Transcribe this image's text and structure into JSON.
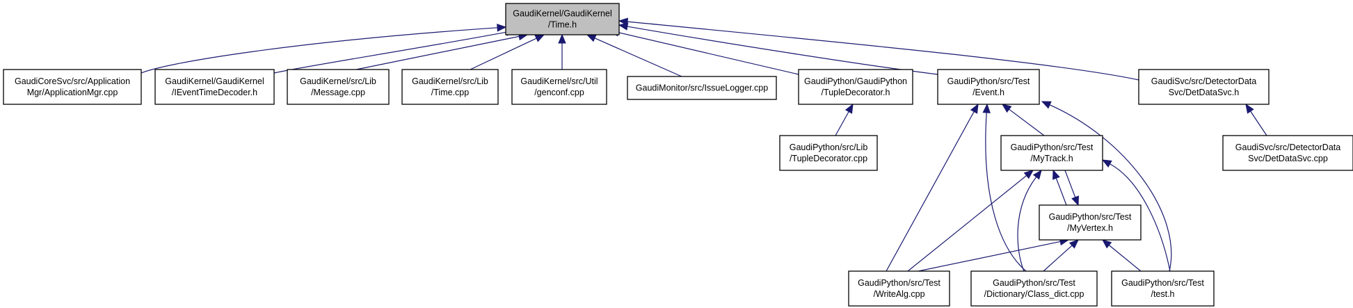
{
  "diagram": {
    "type": "include-dependency-graph",
    "edge_color": "#191970",
    "root_fill": "#bfbfbf",
    "nodes": [
      {
        "id": "root",
        "lines": [
          "GaudiKernel/GaudiKernel",
          "/Time.h"
        ],
        "root": true
      },
      {
        "id": "appmgr",
        "lines": [
          "GaudiCoreSvc/src/Application",
          "Mgr/ApplicationMgr.cpp"
        ]
      },
      {
        "id": "ievent",
        "lines": [
          "GaudiKernel/GaudiKernel",
          "/IEventTimeDecoder.h"
        ]
      },
      {
        "id": "message",
        "lines": [
          "GaudiKernel/src/Lib",
          "/Message.cpp"
        ]
      },
      {
        "id": "timecpp",
        "lines": [
          "GaudiKernel/src/Lib",
          "/Time.cpp"
        ]
      },
      {
        "id": "genconf",
        "lines": [
          "GaudiKernel/src/Util",
          "/genconf.cpp"
        ]
      },
      {
        "id": "issuelogger",
        "lines": [
          "GaudiMonitor/src/IssueLogger.cpp"
        ]
      },
      {
        "id": "tupledec",
        "lines": [
          "GaudiPython/GaudiPython",
          "/TupleDecorator.h"
        ]
      },
      {
        "id": "event",
        "lines": [
          "GaudiPython/src/Test",
          "/Event.h"
        ]
      },
      {
        "id": "detdatah",
        "lines": [
          "GaudiSvc/src/DetectorData",
          "Svc/DetDataSvc.h"
        ]
      },
      {
        "id": "tupledeccpp",
        "lines": [
          "GaudiPython/src/Lib",
          "/TupleDecorator.cpp"
        ]
      },
      {
        "id": "mytrack",
        "lines": [
          "GaudiPython/src/Test",
          "/MyTrack.h"
        ]
      },
      {
        "id": "detdatacpp",
        "lines": [
          "GaudiSvc/src/DetectorData",
          "Svc/DetDataSvc.cpp"
        ]
      },
      {
        "id": "myvertex",
        "lines": [
          "GaudiPython/src/Test",
          "/MyVertex.h"
        ]
      },
      {
        "id": "writealg",
        "lines": [
          "GaudiPython/src/Test",
          "/WriteAlg.cpp"
        ]
      },
      {
        "id": "classdict",
        "lines": [
          "GaudiPython/src/Test",
          "/Dictionary/Class_dict.cpp"
        ]
      },
      {
        "id": "testh",
        "lines": [
          "GaudiPython/src/Test",
          "/test.h"
        ]
      }
    ],
    "edges": [
      {
        "from": "appmgr",
        "to": "root"
      },
      {
        "from": "ievent",
        "to": "root"
      },
      {
        "from": "message",
        "to": "root"
      },
      {
        "from": "timecpp",
        "to": "root"
      },
      {
        "from": "genconf",
        "to": "root"
      },
      {
        "from": "issuelogger",
        "to": "root"
      },
      {
        "from": "tupledec",
        "to": "root"
      },
      {
        "from": "event",
        "to": "root"
      },
      {
        "from": "detdatah",
        "to": "root"
      },
      {
        "from": "tupledeccpp",
        "to": "tupledec"
      },
      {
        "from": "mytrack",
        "to": "event"
      },
      {
        "from": "writealg",
        "to": "event"
      },
      {
        "from": "classdict",
        "to": "event"
      },
      {
        "from": "testh",
        "to": "event"
      },
      {
        "from": "detdatacpp",
        "to": "detdatah"
      },
      {
        "from": "myvertex",
        "to": "mytrack"
      },
      {
        "from": "mytrack",
        "to": "myvertex"
      },
      {
        "from": "writealg",
        "to": "mytrack"
      },
      {
        "from": "classdict",
        "to": "mytrack"
      },
      {
        "from": "testh",
        "to": "mytrack"
      },
      {
        "from": "writealg",
        "to": "myvertex"
      },
      {
        "from": "classdict",
        "to": "myvertex"
      },
      {
        "from": "testh",
        "to": "myvertex"
      }
    ]
  }
}
